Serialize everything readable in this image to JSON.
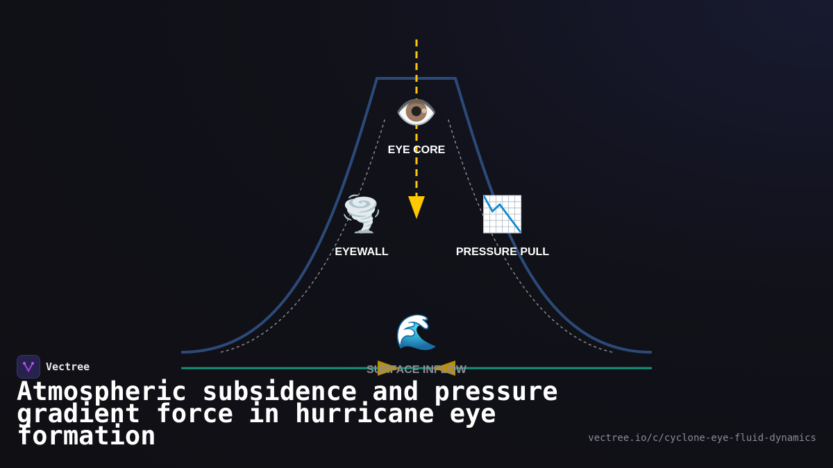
{
  "nodes": {
    "eye_core": {
      "icon": "eye-icon",
      "emoji": "👁️",
      "label": "EYE CORE"
    },
    "eyewall": {
      "icon": "tornado-icon",
      "emoji": "🌪️",
      "label": "EYEWALL"
    },
    "pressure_pull": {
      "icon": "chart-decreasing-icon",
      "emoji": "📉",
      "label": "PRESSURE PULL"
    },
    "surface_inflow": {
      "icon": "water-wave-icon",
      "emoji": "🌊",
      "label": "SURFACE INFLOW"
    }
  },
  "colors": {
    "outer_curve": "#2c4a78",
    "inner_curve": "#8a8a94",
    "subsidence_arrow": "#ffc800",
    "surface_line": "#12957a",
    "inflow_arrows": "#b8900a"
  },
  "brand": {
    "name": "Vectree",
    "icon": "vectree-logo-icon"
  },
  "title": "Atmospheric subsidence and pressure gradient force in hurricane eye formation",
  "url": "vectree.io/c/cyclone-eye-fluid-dynamics"
}
